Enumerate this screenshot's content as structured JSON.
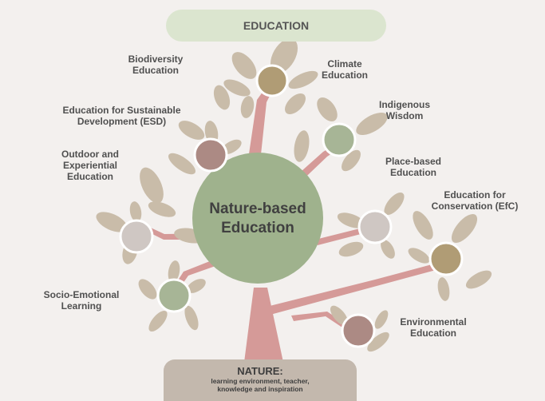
{
  "top_banner": "EDUCATION",
  "center": "Nature-based\nEducation",
  "bottom": {
    "title": "NATURE:",
    "subtitle": "learning environment, teacher,\nknowledge and inspiration"
  },
  "branches": {
    "biodiversity": "Biodiversity\nEducation",
    "climate": "Climate\nEducation",
    "esd": "Education for Sustainable\nDevelopment (ESD)",
    "indigenous": "Indigenous\nWisdom",
    "outdoor": "Outdoor and\nExperiential\nEducation",
    "place_based": "Place-based\nEducation",
    "conservation": "Education for\nConservation (EfC)",
    "socio_emotional": "Socio-Emotional\nLearning",
    "environmental": "Environmental\nEducation"
  },
  "colors": {
    "background": "#f3f0ee",
    "trunk": "#d59a98",
    "leaf": "#c9bca9",
    "center_circle": "#9fb28d",
    "banner": "#dbe5cf",
    "ground": "#c3b8ad"
  }
}
